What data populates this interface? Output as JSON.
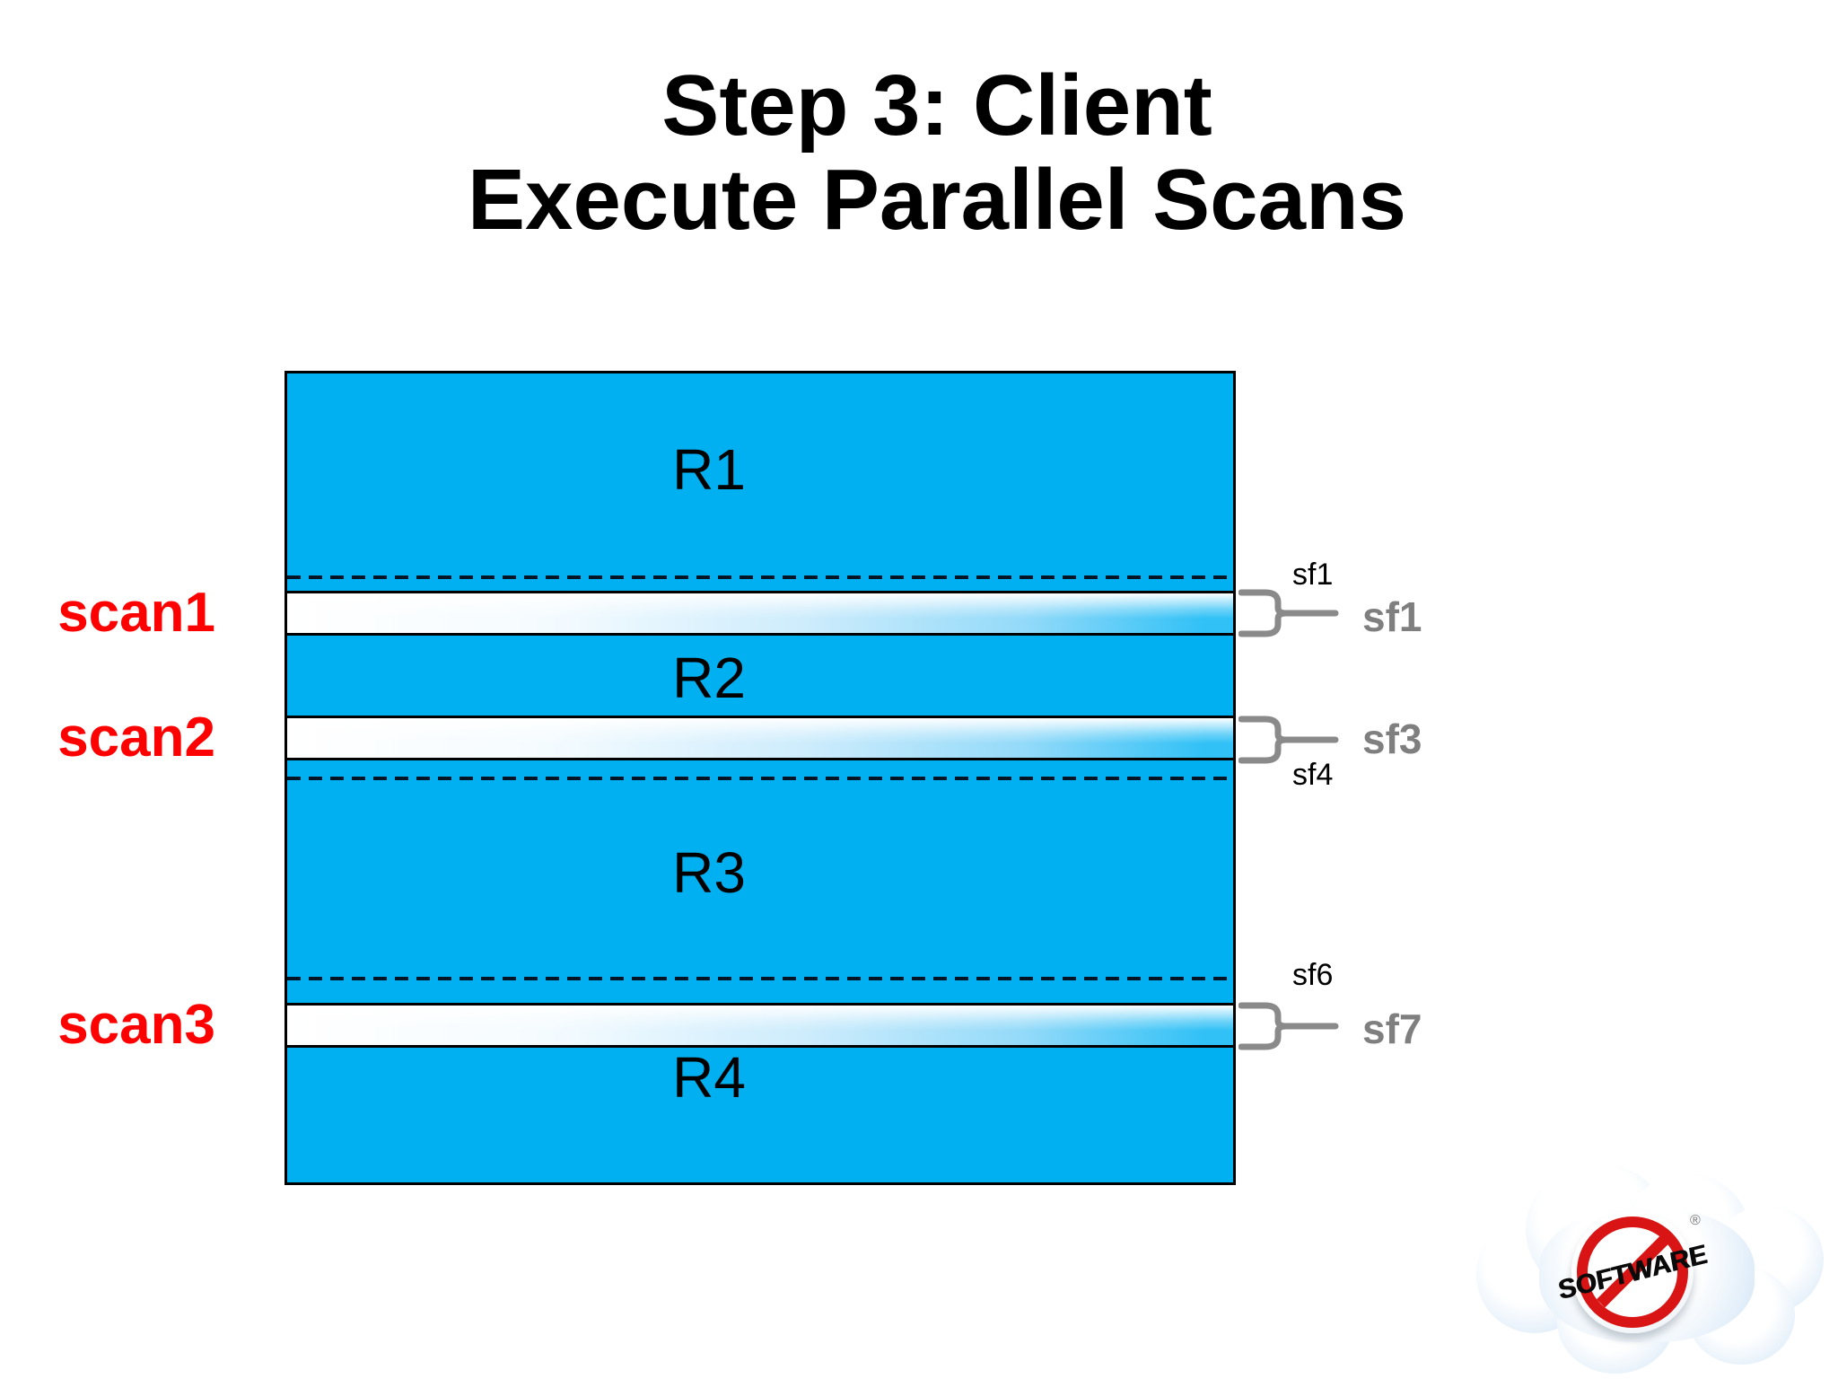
{
  "title": {
    "line1": "Step 3: Client",
    "line2": "Execute Parallel Scans"
  },
  "diagram": {
    "regions": [
      {
        "label": "R1"
      },
      {
        "label": "R2"
      },
      {
        "label": "R3"
      },
      {
        "label": "R4"
      }
    ],
    "scans": [
      {
        "label": "scan1",
        "boundary_label": "sf1",
        "boundary_label_position": "above",
        "result_label": "sf1"
      },
      {
        "label": "scan2",
        "boundary_label": "sf4",
        "boundary_label_position": "below",
        "result_label": "sf3"
      },
      {
        "label": "scan3",
        "boundary_label": "sf6",
        "boundary_label_position": "above",
        "result_label": "sf7"
      }
    ]
  },
  "logo": {
    "text": "SOFTWARE",
    "registered_mark": "®"
  },
  "colors": {
    "region_fill": "#00B0F0",
    "scan_label": "#FF0000",
    "annotation_gray": "#7F7F7F",
    "logo_red": "#D81414",
    "outline_black": "#000000"
  }
}
